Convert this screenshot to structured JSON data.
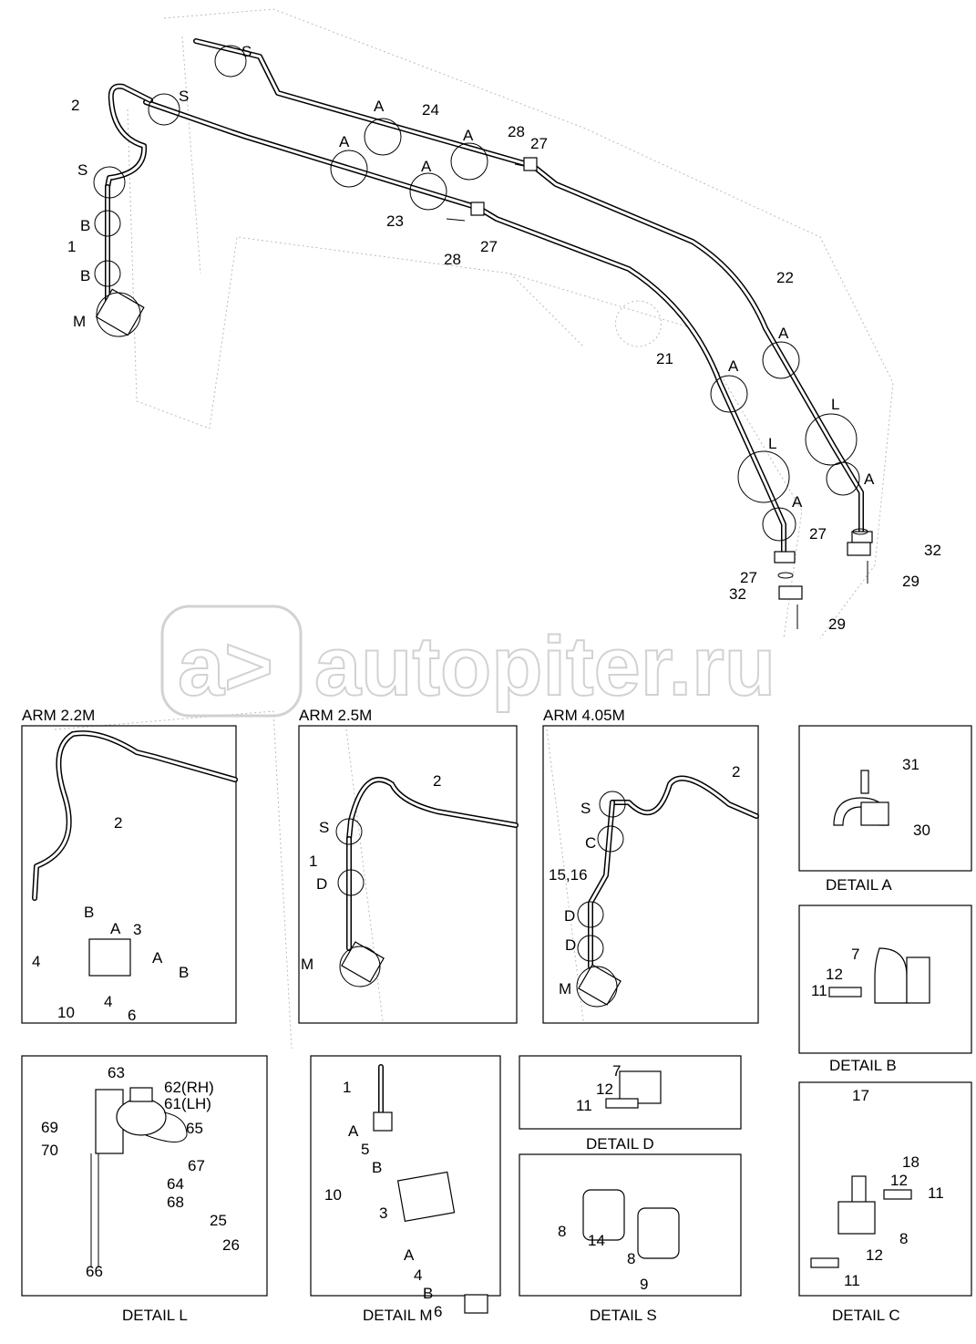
{
  "watermark": "autopiter.ru",
  "main": {
    "callouts": [
      "S",
      "2",
      "S",
      "S",
      "B",
      "1",
      "B",
      "M",
      "A",
      "24",
      "A",
      "28",
      "27",
      "A",
      "A",
      "23",
      "28",
      "27",
      "22",
      "A",
      "21",
      "A",
      "L",
      "L",
      "A",
      "A",
      "27",
      "32",
      "27",
      "32",
      "29",
      "29"
    ]
  },
  "arm22": {
    "title": "ARM 2.2M",
    "callouts": [
      "2",
      "B",
      "A",
      "3",
      "4",
      "A",
      "B",
      "10",
      "4",
      "6"
    ]
  },
  "arm25": {
    "title": "ARM 2.5M",
    "callouts": [
      "2",
      "S",
      "1",
      "D",
      "M"
    ]
  },
  "arm405": {
    "title": "ARM 4.05M",
    "callouts": [
      "2",
      "S",
      "C",
      "15,16",
      "D",
      "D",
      "M"
    ]
  },
  "detail_a": {
    "title": "DETAIL  A",
    "callouts": [
      "31",
      "30"
    ]
  },
  "detail_b": {
    "title": "DETAIL  B",
    "callouts": [
      "7",
      "12",
      "11"
    ]
  },
  "detail_l": {
    "title": "DETAIL  L",
    "callouts": [
      "63",
      "62(RH)",
      "61(LH)",
      "65",
      "69",
      "70",
      "67",
      "64",
      "68",
      "25",
      "26",
      "66"
    ]
  },
  "detail_m": {
    "title": "DETAIL  M",
    "callouts": [
      "1",
      "A",
      "5",
      "B",
      "10",
      "3",
      "A",
      "4",
      "B",
      "6"
    ]
  },
  "detail_d": {
    "title": "DETAIL  D",
    "callouts": [
      "7",
      "12",
      "11"
    ]
  },
  "detail_s": {
    "title": "DETAIL  S",
    "callouts": [
      "8",
      "14",
      "8",
      "9"
    ]
  },
  "detail_c": {
    "title": "DETAIL  C",
    "callouts": [
      "17",
      "18",
      "12",
      "11",
      "8",
      "12",
      "11"
    ]
  }
}
